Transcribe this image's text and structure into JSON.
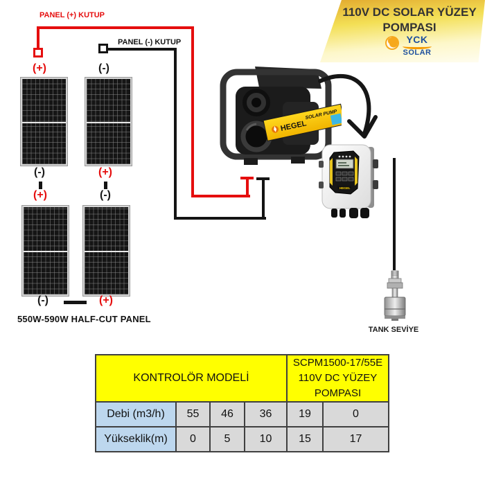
{
  "banner": {
    "line1": "110V DC SOLAR YÜZEY",
    "line2": "POMPASI",
    "logo_brand": "YCK",
    "logo_sub": "SOLAR"
  },
  "wiring": {
    "positive_label": "PANEL (+) KUTUP",
    "negative_label": "PANEL (-) KUTUP",
    "positive_color": "#e50e0e",
    "negative_color": "#141414"
  },
  "panels": {
    "caption": "550W-590W HALF-CUT PANEL",
    "polarity": {
      "p1_top": "(+)",
      "p2_top": "(-)",
      "p1_bottom": "(-)",
      "p2_bottom": "(+)",
      "p3_top": "(+)",
      "p4_top": "(-)",
      "p3_bottom": "(-)",
      "p4_bottom": "(+)"
    }
  },
  "pump": {
    "brand": "HEGEL",
    "label": "SOLAR PUMP"
  },
  "controller": {
    "brand": "HEGEL"
  },
  "float_switch": {
    "label": "TANK SEVİYE"
  },
  "table": {
    "header_left": "KONTROLÖR MODELİ",
    "header_right_line1": "SCPM1500-17/55E",
    "header_right_line2": "110V DC YÜZEY",
    "header_right_line3": "POMPASI",
    "rows": [
      {
        "label": "Debi (m3/h)",
        "values": [
          "55",
          "46",
          "36",
          "19",
          "0"
        ]
      },
      {
        "label": "Yükseklik(m)",
        "values": [
          "0",
          "5",
          "10",
          "15",
          "17"
        ]
      }
    ],
    "colors": {
      "header_bg": "#ffff00",
      "label_bg": "#bdd7ee",
      "value_bg": "#d9d9d9"
    }
  }
}
